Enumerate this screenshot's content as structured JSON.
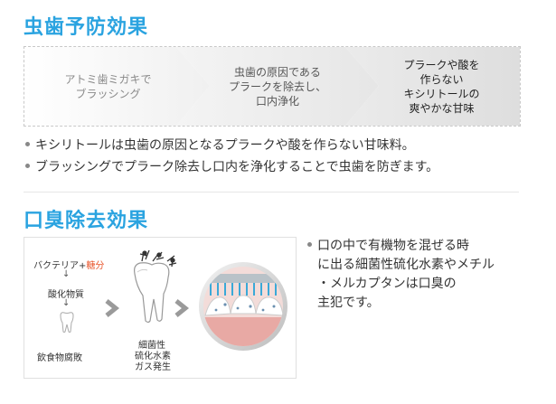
{
  "section1": {
    "title": "虫歯予防効果",
    "steps": [
      {
        "text": "アトミ歯ミガキで\nブラッシング"
      },
      {
        "text": "虫歯の原因である\nプラークを除去し、\n口内浄化"
      },
      {
        "text": "プラークや酸を\n作らない\nキシリトールの\n爽やかな甘味"
      }
    ],
    "bullets": [
      "キシリトールは虫歯の原因となるプラークや酸を作らない甘味料。",
      "ブラッシングでプラーク除去し口内を浄化することで虫歯を防ぎます。"
    ]
  },
  "section2": {
    "title": "口臭除去効果",
    "illustration": {
      "bacteria": "バクテリア",
      "plus": "+",
      "sugar": "糖分",
      "oxidation": "酸化物質",
      "food_decay": "飲食物腐敗",
      "gas_line1": "細菌性",
      "gas_line2": "硫化水素",
      "gas_line3": "ガス発生"
    },
    "note_lines": [
      "口の中で有機物を混ぜる時",
      "に出る細菌性硫化水素やメチル",
      "・メルカプタンは口臭の",
      "主犯です。"
    ]
  },
  "colors": {
    "accent": "#2aa3e0",
    "sugar": "#e8542a"
  }
}
